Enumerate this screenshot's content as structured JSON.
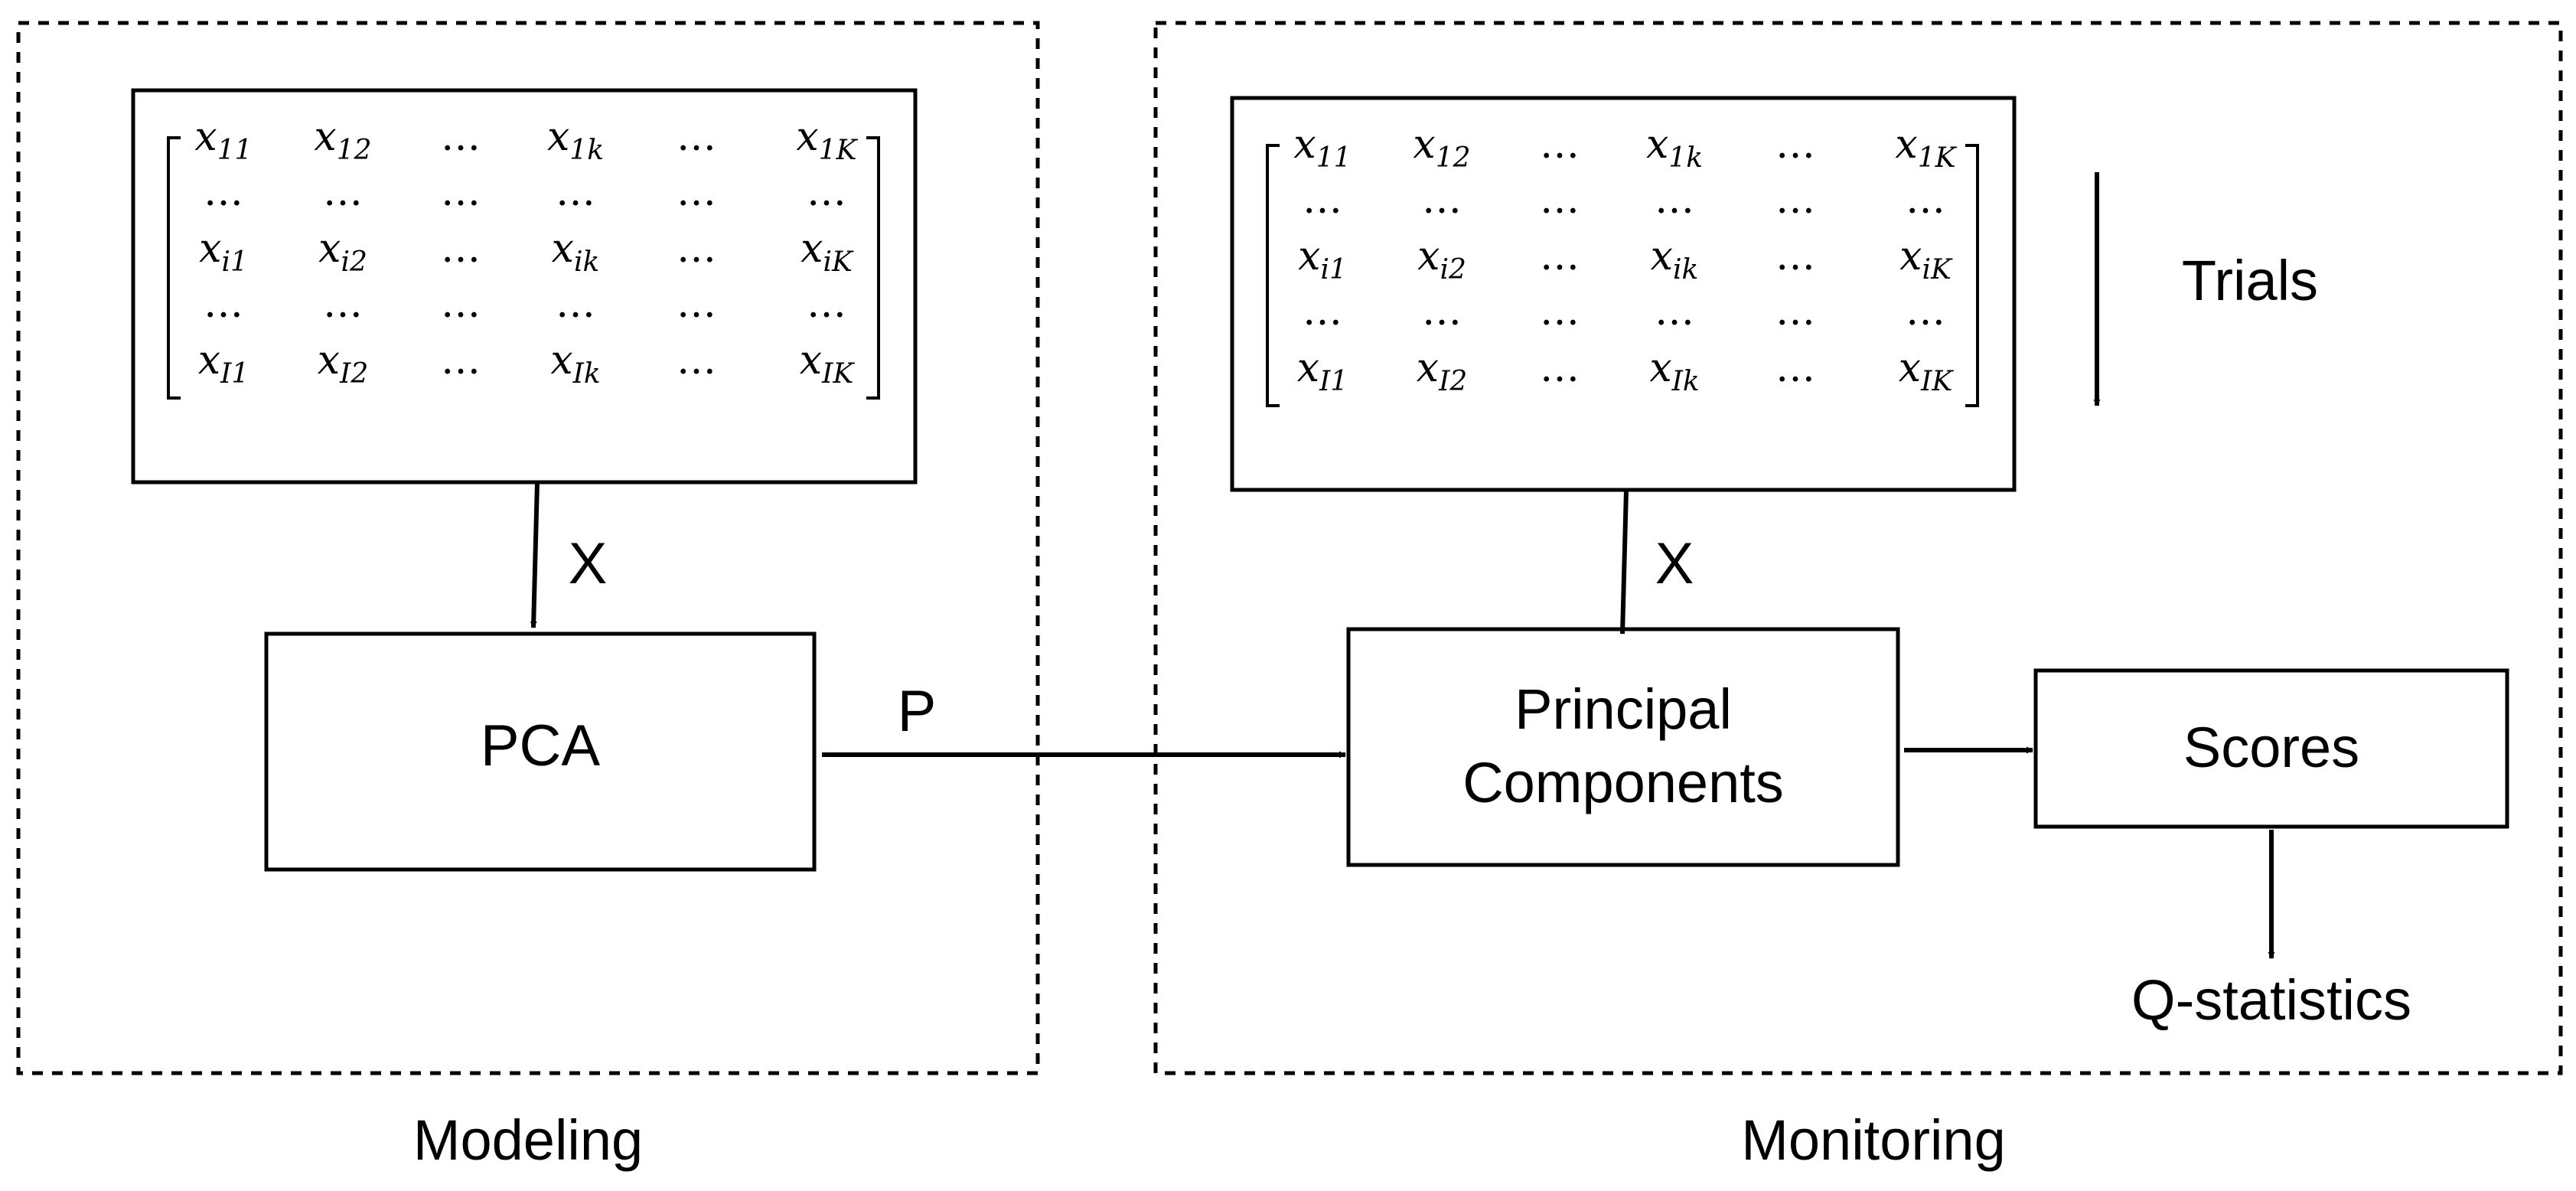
{
  "groups": {
    "modeling": {
      "label": "Modeling"
    },
    "monitoring": {
      "label": "Monitoring"
    }
  },
  "nodes": {
    "pca": {
      "label": "PCA"
    },
    "principal_components": {
      "line1": "Principal",
      "line2": "Components"
    },
    "scores": {
      "label": "Scores"
    }
  },
  "edges": {
    "x_modeling": "X",
    "x_monitoring": "X",
    "p": "P"
  },
  "annotations": {
    "trials": "Trials",
    "q_statistics": "Q-statistics"
  },
  "matrix": {
    "rows": [
      [
        {
          "b": "x",
          "s": "11"
        },
        {
          "b": "x",
          "s": "12"
        },
        {
          "b": "…",
          "s": ""
        },
        {
          "b": "x",
          "s": "1k"
        },
        {
          "b": "…",
          "s": ""
        },
        {
          "b": "x",
          "s": "1K"
        }
      ],
      [
        {
          "b": "…",
          "s": ""
        },
        {
          "b": "…",
          "s": ""
        },
        {
          "b": "…",
          "s": ""
        },
        {
          "b": "…",
          "s": ""
        },
        {
          "b": "…",
          "s": ""
        },
        {
          "b": "…",
          "s": ""
        }
      ],
      [
        {
          "b": "x",
          "s": "i1"
        },
        {
          "b": "x",
          "s": "i2"
        },
        {
          "b": "…",
          "s": ""
        },
        {
          "b": "x",
          "s": "ik"
        },
        {
          "b": "…",
          "s": ""
        },
        {
          "b": "x",
          "s": "iK"
        }
      ],
      [
        {
          "b": "…",
          "s": ""
        },
        {
          "b": "…",
          "s": ""
        },
        {
          "b": "…",
          "s": ""
        },
        {
          "b": "…",
          "s": ""
        },
        {
          "b": "…",
          "s": ""
        },
        {
          "b": "…",
          "s": ""
        }
      ],
      [
        {
          "b": "x",
          "s": "I1"
        },
        {
          "b": "x",
          "s": "I2"
        },
        {
          "b": "…",
          "s": ""
        },
        {
          "b": "x",
          "s": "Ik"
        },
        {
          "b": "…",
          "s": ""
        },
        {
          "b": "x",
          "s": "IK"
        }
      ]
    ]
  }
}
